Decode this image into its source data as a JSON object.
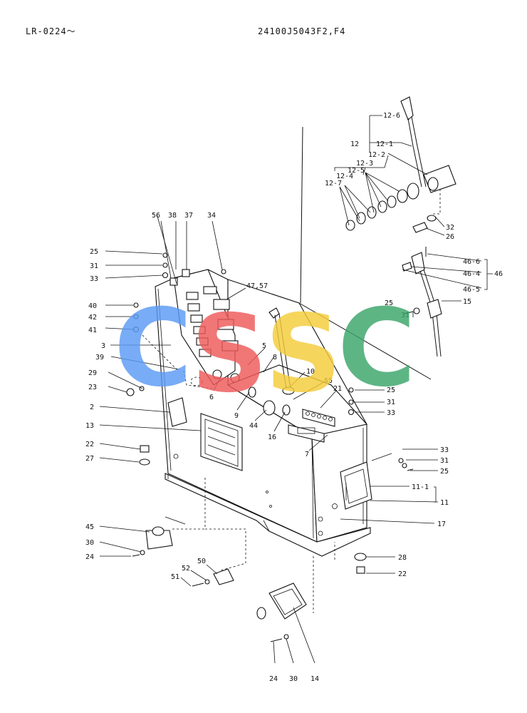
{
  "header": {
    "model_range": "LR-0224〜",
    "part_number": "24100J5043F2,F4"
  },
  "watermark": {
    "letters": [
      "C",
      "S",
      "S",
      "C"
    ],
    "colors": [
      "#5b9bf5",
      "#ef5a5a",
      "#f5cd3a",
      "#3aa66a"
    ]
  },
  "callouts": {
    "c12_6": "12-6",
    "c12": "12",
    "c12_1": "12-1",
    "c12_2": "12-2",
    "c12_3": "12-3",
    "c12_4": "12-4",
    "c12_5": "12-5",
    "c12_7": "12-7",
    "c32": "32",
    "c26": "26",
    "c46_6": "46-6",
    "c46_4": "46-4",
    "c46": "46",
    "c46_5": "46-5",
    "c31a": "31",
    "c25a": "25",
    "c15": "15",
    "c56": "56",
    "c38": "38",
    "c37": "37",
    "c34": "34",
    "c25b": "25",
    "c31b": "31",
    "c33a": "33",
    "c47_57": "47,57",
    "c40": "40",
    "c42": "42",
    "c41": "41",
    "c3": "3",
    "c39": "39",
    "c29": "29",
    "c23": "23",
    "c2": "2",
    "c13": "13",
    "c22a": "22",
    "c27": "27",
    "c5": "5",
    "c8": "8",
    "c10": "10",
    "c55": "55",
    "c6": "6",
    "c9": "9",
    "c44": "44",
    "c16": "16",
    "c21": "21",
    "c7": "7",
    "c25c": "25",
    "c31c": "31",
    "c33b": "33",
    "c33c": "33",
    "c31d": "31",
    "c25d": "25",
    "c11_1": "11-1",
    "c11": "11",
    "c17": "17",
    "c45": "45",
    "c30a": "30",
    "c24a": "24",
    "c50": "50",
    "c52": "52",
    "c51": "51",
    "c28": "28",
    "c22b": "22",
    "c24b": "24",
    "c30b": "30",
    "c14": "14"
  }
}
